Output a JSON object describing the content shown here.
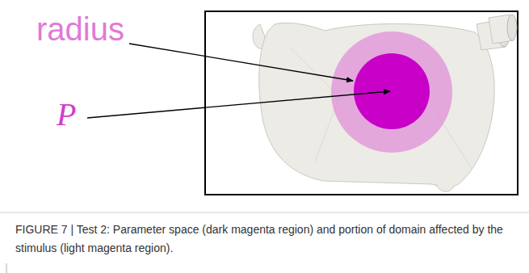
{
  "diagram": {
    "caption": "FIGURE 7 | Test 2: Parameter space (dark magenta region) and portion of domain affected by the stimulus (light magenta region).",
    "labels": [
      "radius",
      "P"
    ]
  }
}
